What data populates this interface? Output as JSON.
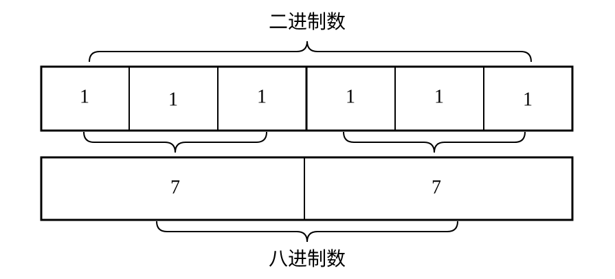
{
  "binary": {
    "label": "二进制数",
    "digits": [
      "1",
      "1",
      "1",
      "1",
      "1",
      "1"
    ]
  },
  "octal": {
    "label": "八进制数",
    "digits": [
      "7",
      "7"
    ]
  }
}
